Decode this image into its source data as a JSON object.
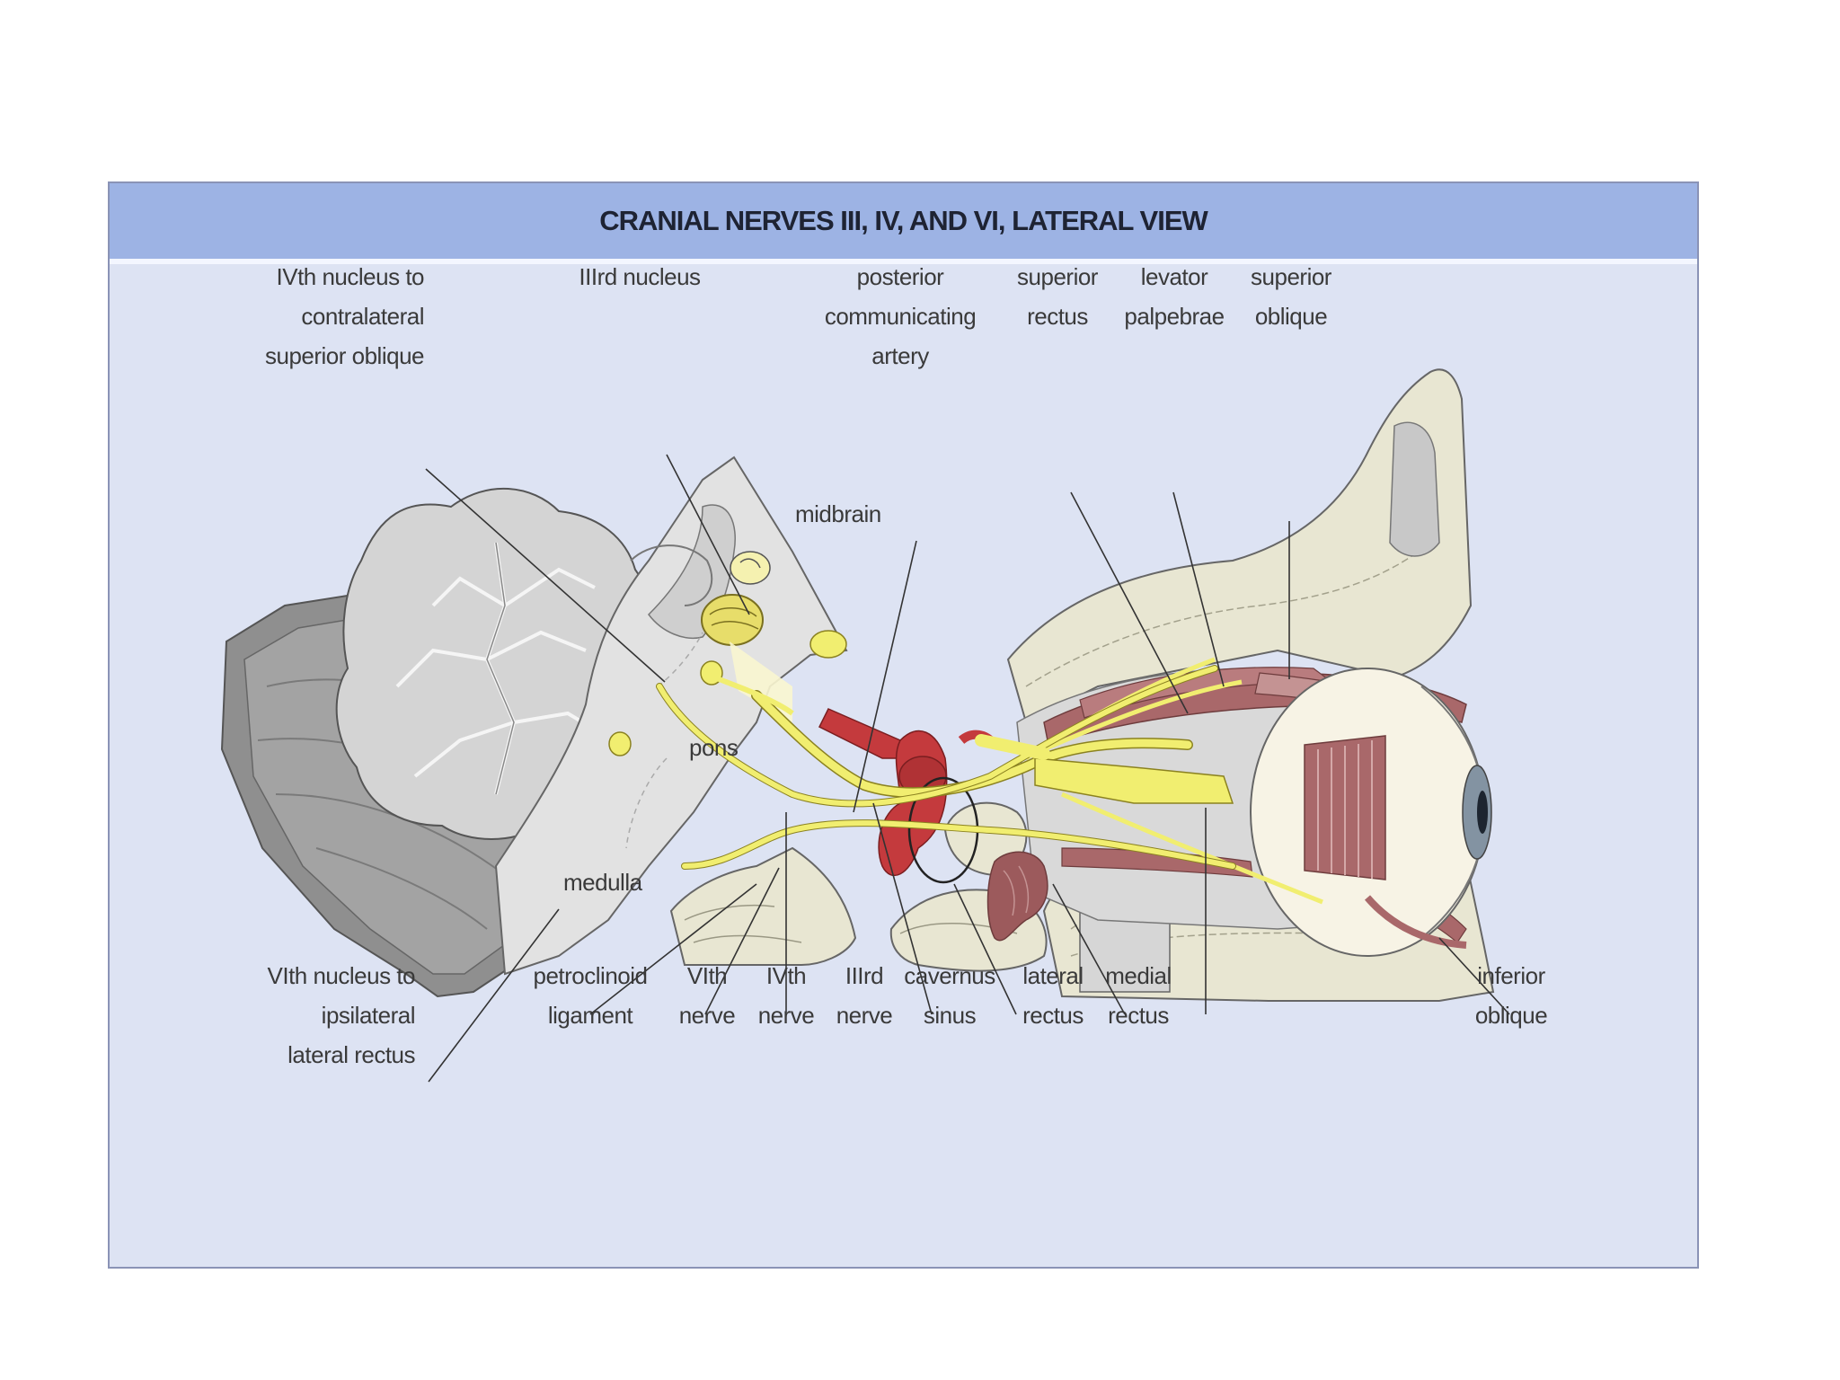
{
  "figure": {
    "title": "CRANIAL NERVES III, IV, AND VI, LATERAL VIEW"
  },
  "colors": {
    "background": "#dde3f3",
    "title_bar": "#9db3e4",
    "nerve": "#f1ee70",
    "artery": "#c43a3d",
    "muscle": "#a9686a",
    "brain_tissue": "#c9c9c9",
    "bone": "#e8e6d2"
  },
  "labels": {
    "ivth_nucleus": [
      "IVth nucleus to",
      "contralateral",
      "superior oblique"
    ],
    "iiird_nucleus": [
      "IIIrd nucleus"
    ],
    "posterior_communicating_artery": [
      "posterior",
      "communicating",
      "artery"
    ],
    "superior_rectus": [
      "superior",
      "rectus"
    ],
    "levator_palpebrae": [
      "levator",
      "palpebrae"
    ],
    "superior_oblique": [
      "superior",
      "oblique"
    ],
    "midbrain": "midbrain",
    "pons": "pons",
    "medulla": "medulla",
    "vith_nucleus": [
      "VIth nucleus to",
      "ipsilateral",
      "lateral rectus"
    ],
    "petroclinoid_ligament": [
      "petroclinoid",
      "ligament"
    ],
    "vith_nerve": [
      "VIth",
      "nerve"
    ],
    "ivth_nerve": [
      "IVth",
      "nerve"
    ],
    "iiird_nerve": [
      "IIIrd",
      "nerve"
    ],
    "cavernus_sinus": [
      "cavernus",
      "sinus"
    ],
    "lateral_rectus": [
      "lateral",
      "rectus"
    ],
    "medial_rectus": [
      "medial",
      "rectus"
    ],
    "inferior_oblique": [
      "inferior",
      "oblique"
    ]
  }
}
